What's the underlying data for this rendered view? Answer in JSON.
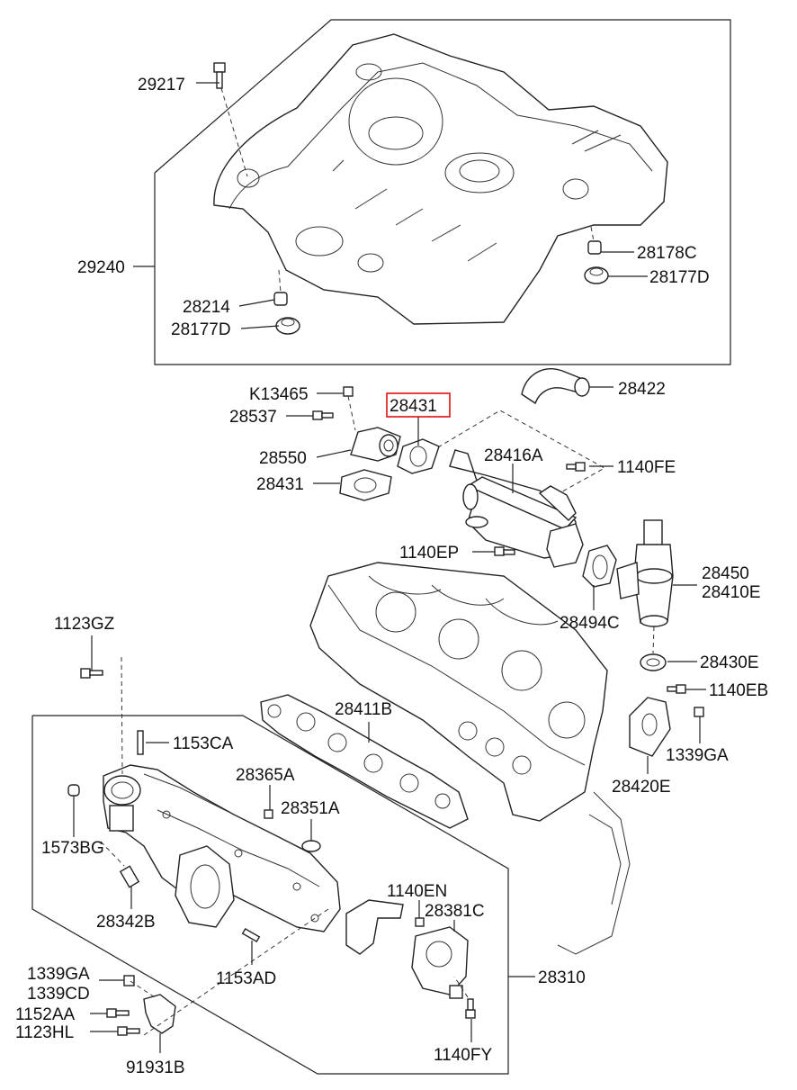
{
  "labels": {
    "p29217": "29217",
    "p29240": "29240",
    "p28214": "28214",
    "p28177D_a": "28177D",
    "p28178C": "28178C",
    "p28177D_b": "28177D",
    "pK13465": "K13465",
    "p28537": "28537",
    "p28431_hl": "28431",
    "p28422": "28422",
    "p28550": "28550",
    "p28416A": "28416A",
    "p1140FE": "1140FE",
    "p28431": "28431",
    "p1140EP": "1140EP",
    "p28450": "28450",
    "p28410E": "28410E",
    "p28494C": "28494C",
    "p1123GZ": "1123GZ",
    "p28430E": "28430E",
    "p1140EB": "1140EB",
    "p28411B": "28411B",
    "p1153CA": "1153CA",
    "p1339GA_a": "1339GA",
    "p28365A": "28365A",
    "p28420E": "28420E",
    "p28351A": "28351A",
    "p1573BG": "1573BG",
    "p28342B": "28342B",
    "p1140EN": "1140EN",
    "p28381C": "28381C",
    "p1339GA_b": "1339GA",
    "p1339CD": "1339CD",
    "p1153AD": "1153AD",
    "p28310": "28310",
    "p1152AA": "1152AA",
    "p1123HL": "1123HL",
    "p1140FY": "1140FY",
    "p91931B": "91931B"
  },
  "highlight_color": "#dd1111"
}
